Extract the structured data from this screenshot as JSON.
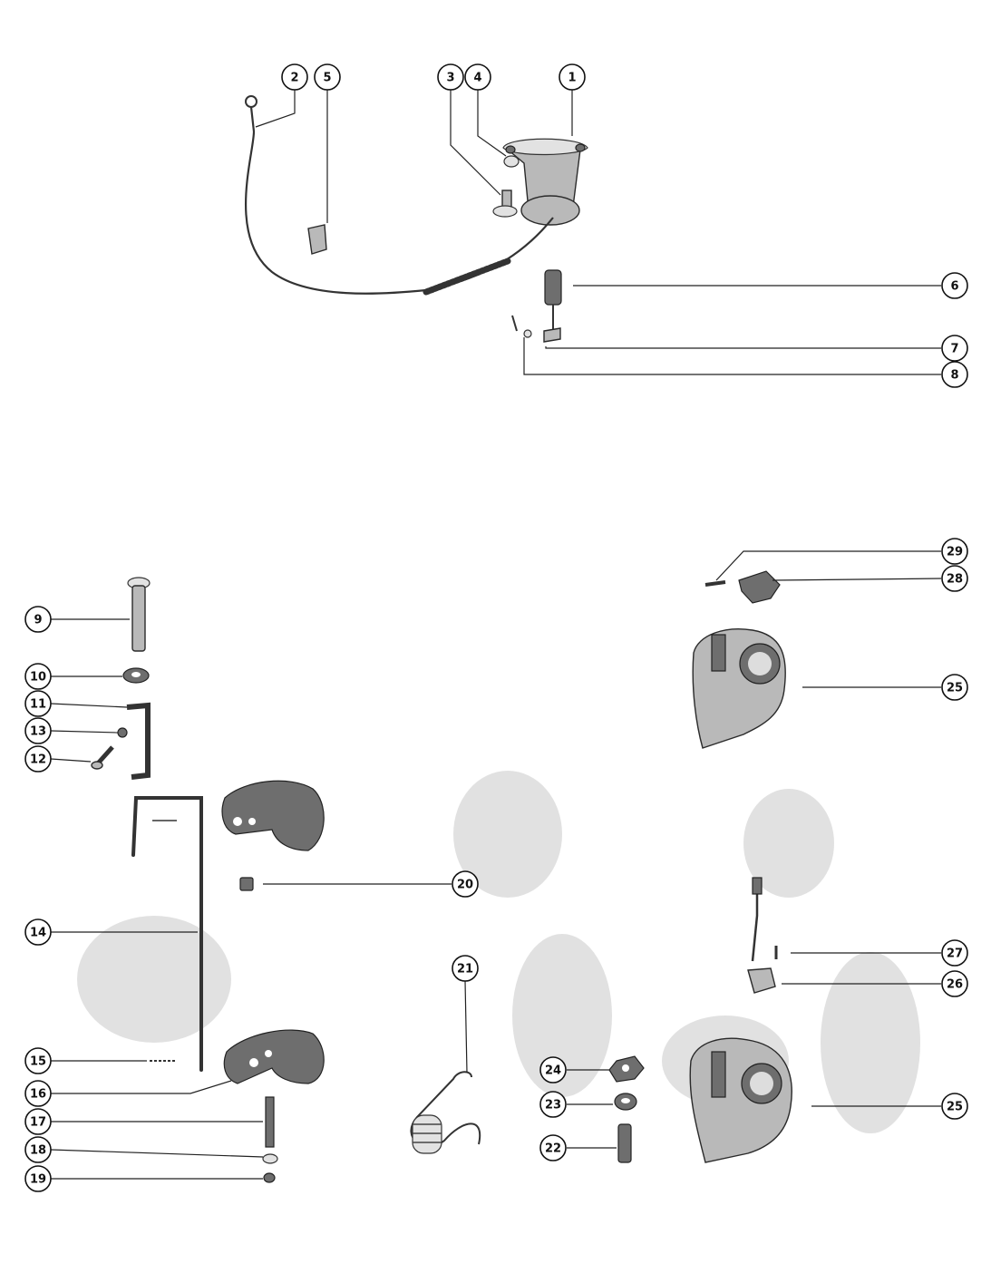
{
  "callouts": [
    "1",
    "2",
    "3",
    "4",
    "5",
    "6",
    "7",
    "8",
    "9",
    "10",
    "11",
    "12",
    "13",
    "14",
    "15",
    "16",
    "17",
    "18",
    "19",
    "20",
    "21",
    "22",
    "23",
    "24",
    "25",
    "26",
    "27",
    "28",
    "29"
  ],
  "icons": [
    "solenoid-icon",
    "ground-wire-icon",
    "screw-icon",
    "lockwasher-icon",
    "clip-icon",
    "plunger-link-icon",
    "cotter-pin-icon",
    "throttle-cam-icon",
    "stud-icon",
    "spring-icon",
    "carburetor-body-icon",
    "nut-icon",
    "washer-icon"
  ]
}
